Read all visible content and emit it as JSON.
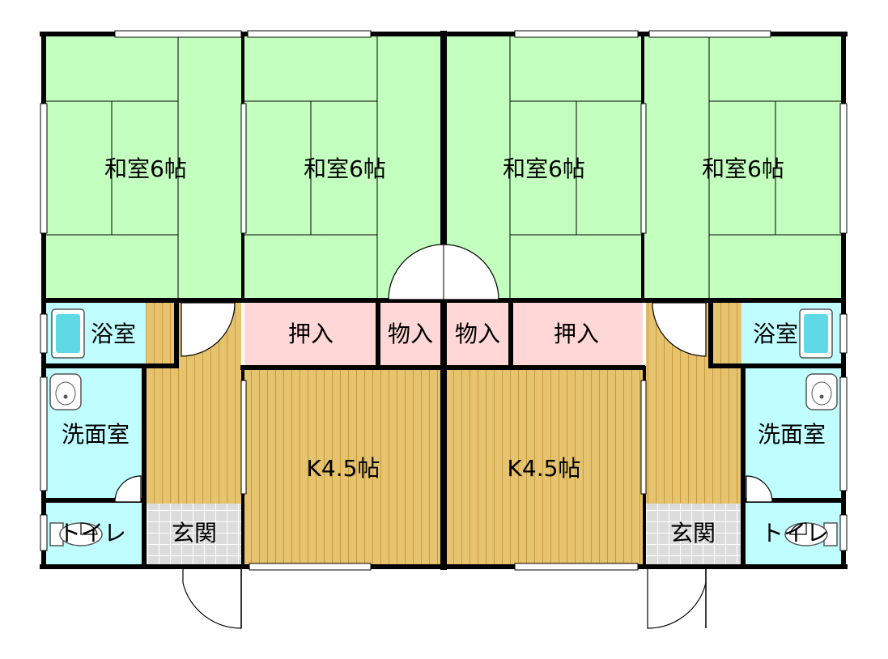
{
  "rooms": {
    "washitsu_1": "和室6帖",
    "washitsu_2": "和室6帖",
    "washitsu_3": "和室6帖",
    "washitsu_4": "和室6帖",
    "oshiire_1": "押入",
    "monoire_1": "物入",
    "monoire_2": "物入",
    "oshiire_2": "押入",
    "yokushitsu_1": "浴室",
    "yokushitsu_2": "浴室",
    "senmenshitsu_1": "洗面室",
    "senmenshitsu_2": "洗面室",
    "toilet_1": "トイレ",
    "toilet_2": "トイレ",
    "genkan_1": "玄関",
    "genkan_2": "玄関",
    "kitchen_1": "K4.5帖",
    "kitchen_2": "K4.5帖"
  },
  "colors": {
    "tatami": "#c3ffbe",
    "storage": "#ffd7d7",
    "water": "#bffdff",
    "wood": "#e6c36e",
    "genkan_tile": "#dcdcdc",
    "wall": "#000000"
  }
}
